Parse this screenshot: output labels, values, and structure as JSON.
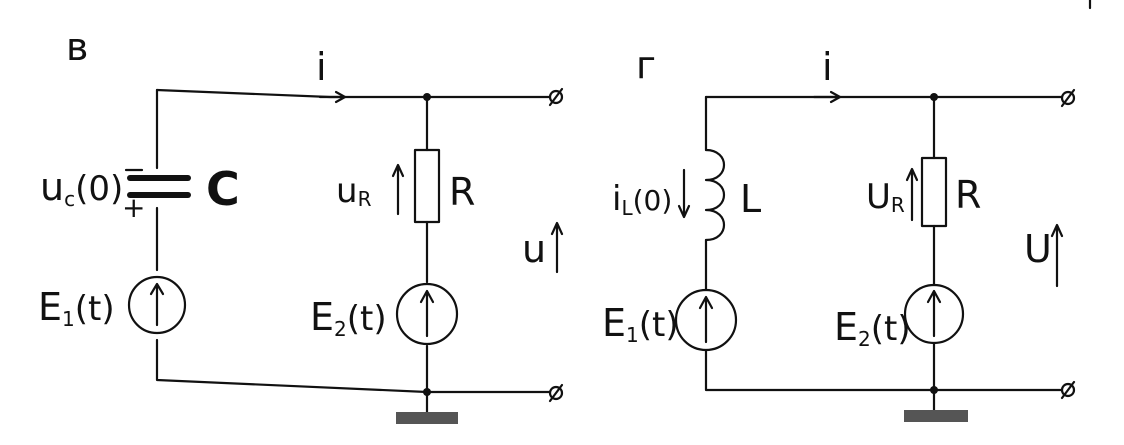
{
  "circuits": [
    {
      "variant_label": "в",
      "current_label": "i",
      "capacitor": {
        "voltage_label": "u",
        "voltage_sub": "c",
        "voltage_arg": "(0)",
        "name": "C",
        "minus": "=",
        "plus": "+"
      },
      "resistor": {
        "voltage_label": "u",
        "voltage_sub": "R",
        "name": "R"
      },
      "source1": {
        "label": "E",
        "sub": "1",
        "arg": "(t)"
      },
      "source2": {
        "label": "E",
        "sub": "2",
        "arg": "(t)"
      },
      "output_label": "u"
    },
    {
      "variant_label": "г",
      "current_label": "i",
      "inductor": {
        "current_label": "i",
        "current_sub": "L",
        "current_arg": "(0)",
        "name": "L"
      },
      "resistor": {
        "voltage_label": "U",
        "voltage_sub": "R",
        "name": "R"
      },
      "source1": {
        "label": "E",
        "sub": "1",
        "arg": "(t)"
      },
      "source2": {
        "label": "E",
        "sub": "2",
        "arg": "(t)"
      },
      "output_label": "U"
    }
  ],
  "terminal_symbol": "ø"
}
